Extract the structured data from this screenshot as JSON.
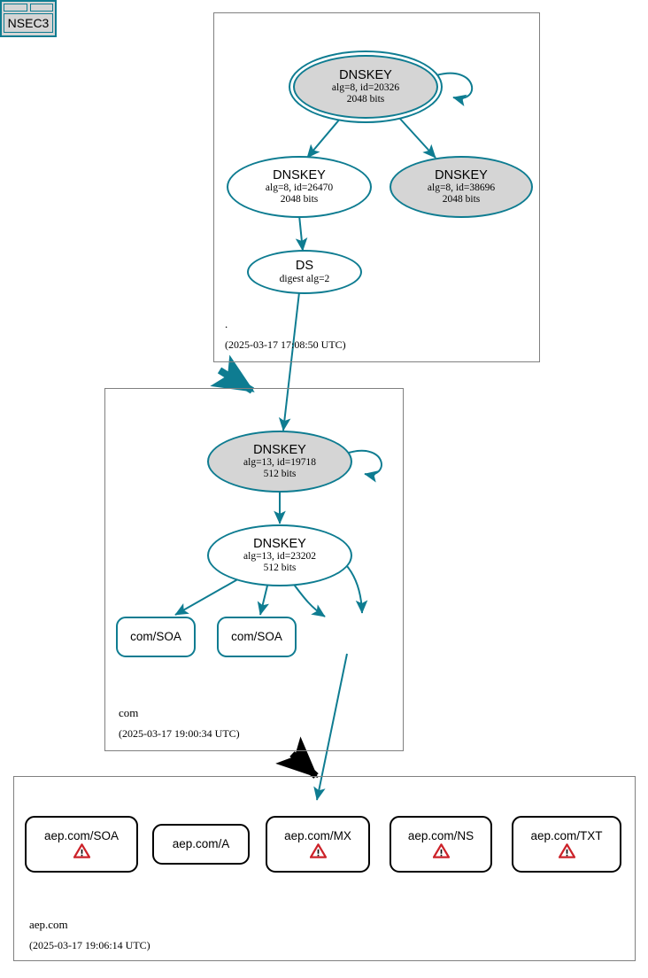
{
  "diagram": {
    "type": "dnssec-authentication-chain",
    "colors": {
      "secure": "#0e7c91",
      "insecure": "#000000",
      "zone_border": "#808080",
      "shaded_fill": "#d5d5d5",
      "warning": "#cc2229"
    }
  },
  "zones": [
    {
      "name": "root",
      "label": ".",
      "timestamp": "(2025-03-17 17:08:50 UTC)",
      "nodes": [
        {
          "id": "root-ksk",
          "kind": "DNSKEY",
          "title": "DNSKEY",
          "line2": "alg=8, id=20326",
          "line3": "2048 bits",
          "trust_anchor": true,
          "shaded": true,
          "self_signed": true
        },
        {
          "id": "root-zsk-26470",
          "kind": "DNSKEY",
          "title": "DNSKEY",
          "line2": "alg=8, id=26470",
          "line3": "2048 bits",
          "trust_anchor": false,
          "shaded": false,
          "self_signed": false
        },
        {
          "id": "root-zsk-38696",
          "kind": "DNSKEY",
          "title": "DNSKEY",
          "line2": "alg=8, id=38696",
          "line3": "2048 bits",
          "trust_anchor": false,
          "shaded": true,
          "self_signed": false
        },
        {
          "id": "root-ds",
          "kind": "DS",
          "title": "DS",
          "line2": "digest alg=2",
          "line3": "",
          "trust_anchor": false,
          "shaded": false,
          "self_signed": false
        }
      ]
    },
    {
      "name": "com",
      "label": "com",
      "timestamp": "(2025-03-17 19:00:34 UTC)",
      "nodes": [
        {
          "id": "com-ksk",
          "kind": "DNSKEY",
          "title": "DNSKEY",
          "line2": "alg=13, id=19718",
          "line3": "512 bits",
          "trust_anchor": false,
          "shaded": true,
          "self_signed": true
        },
        {
          "id": "com-zsk",
          "kind": "DNSKEY",
          "title": "DNSKEY",
          "line2": "alg=13, id=23202",
          "line3": "512 bits",
          "trust_anchor": false,
          "shaded": false,
          "self_signed": false
        },
        {
          "id": "com-soa-1",
          "kind": "RRSET",
          "title": "com/SOA",
          "secure": true
        },
        {
          "id": "com-soa-2",
          "kind": "RRSET",
          "title": "com/SOA",
          "secure": true
        },
        {
          "id": "com-nsec3",
          "kind": "NSEC3",
          "title": "NSEC3",
          "secure": true
        }
      ]
    },
    {
      "name": "aep.com",
      "label": "aep.com",
      "timestamp": "(2025-03-17 19:06:14 UTC)",
      "nodes": [
        {
          "id": "aep-soa",
          "kind": "RRSET",
          "title": "aep.com/SOA",
          "secure": false,
          "warning": true
        },
        {
          "id": "aep-a",
          "kind": "RRSET",
          "title": "aep.com/A",
          "secure": false,
          "warning": false
        },
        {
          "id": "aep-mx",
          "kind": "RRSET",
          "title": "aep.com/MX",
          "secure": false,
          "warning": true
        },
        {
          "id": "aep-ns",
          "kind": "RRSET",
          "title": "aep.com/NS",
          "secure": false,
          "warning": true
        },
        {
          "id": "aep-txt",
          "kind": "RRSET",
          "title": "aep.com/TXT",
          "secure": false,
          "warning": true
        }
      ]
    }
  ],
  "icons": {
    "warning_triangle": "warning-triangle-icon"
  }
}
